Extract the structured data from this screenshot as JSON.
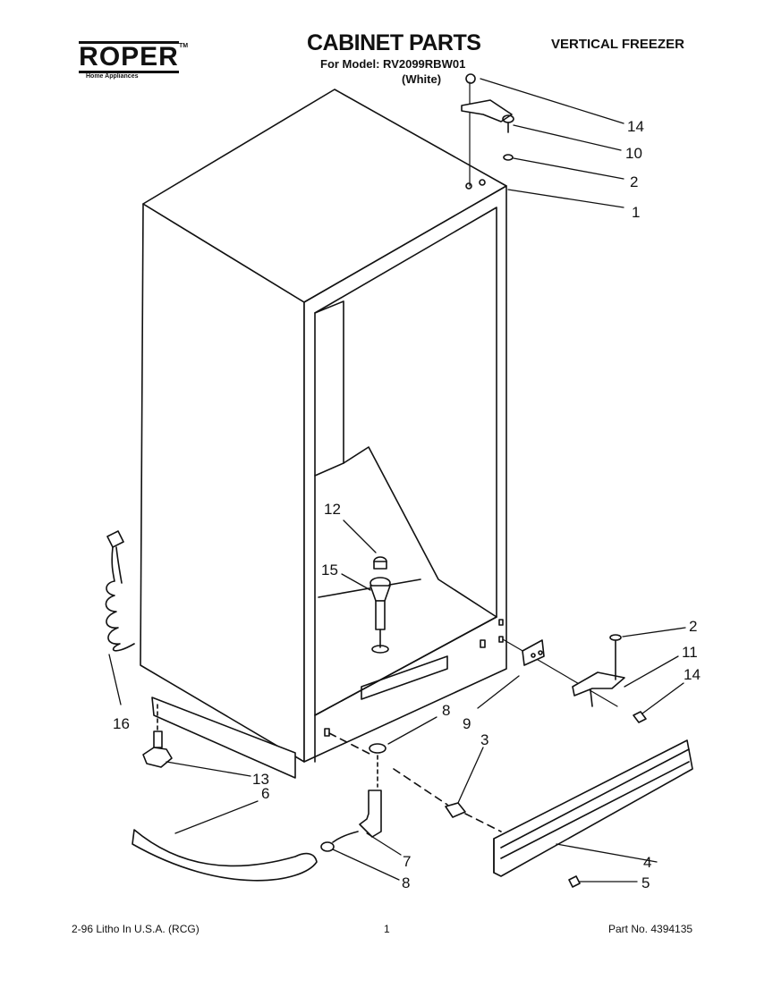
{
  "header": {
    "brand": "ROPER",
    "brand_tm": "TM",
    "brand_sub": "Home Appliances",
    "title": "CABINET PARTS",
    "model_label": "For Model: RV2099RBW01",
    "model_color": "(White)",
    "product": "VERTICAL FREEZER"
  },
  "callouts": [
    "14",
    "10",
    "2",
    "1",
    "12",
    "15",
    "2",
    "11",
    "14",
    "16",
    "8",
    "9",
    "3",
    "13",
    "6",
    "7",
    "8",
    "4",
    "5"
  ],
  "footer": {
    "left": "2-96 Litho In U.S.A. (RCG)",
    "center": "1",
    "right": "Part No. 4394135"
  }
}
